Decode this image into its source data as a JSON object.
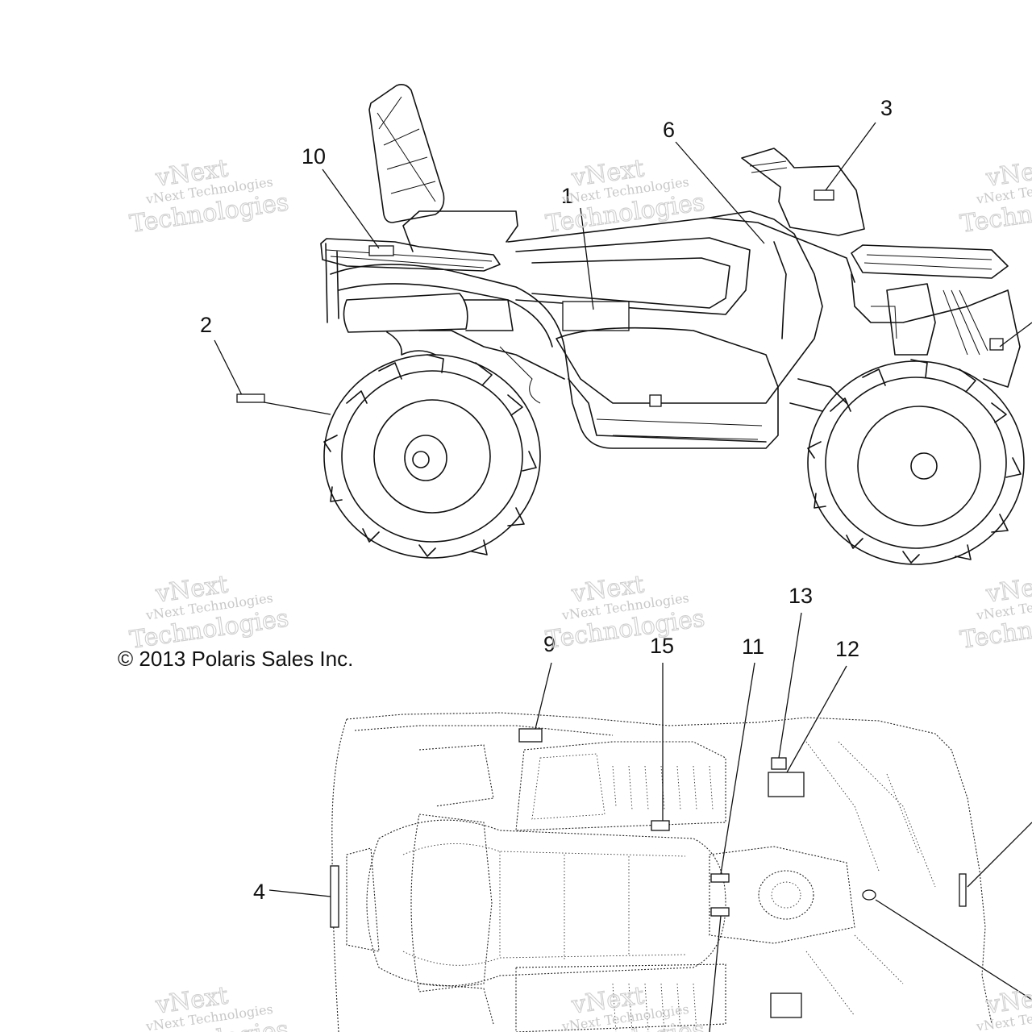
{
  "copyright": "© 2013 Polaris Sales Inc.",
  "watermark": {
    "line1": "vNext",
    "line2": "vNext Technologies",
    "line3": "Technologies"
  },
  "callouts": {
    "c1": "1",
    "c2": "2",
    "c3": "3",
    "c4": "4",
    "c6": "6",
    "c9": "9",
    "c10": "10",
    "c11": "11",
    "c12": "12",
    "c13": "13",
    "c15": "15"
  }
}
